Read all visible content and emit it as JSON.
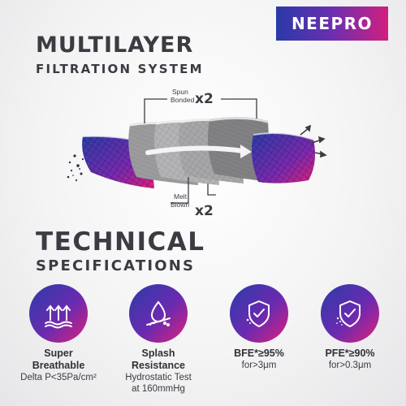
{
  "brand": {
    "logo_text": "NEEPRO",
    "gradient_start": "#2a3aa8",
    "gradient_end": "#d21f7e"
  },
  "heading1": {
    "line1": "MULTILAYER",
    "line2": "FILTRATION SYSTEM"
  },
  "diagram": {
    "top_label": "Spun Bonded",
    "top_count": "x2",
    "bottom_label_line1": "Melt",
    "bottom_label_line2": "Blown",
    "bottom_count": "x2"
  },
  "heading2": {
    "line1": "TECHNICAL",
    "line2": "SPECIFICATIONS"
  },
  "features": [
    {
      "icon": "breathable-arrows-icon",
      "title_line1": "Super",
      "title_line2": "Breathable",
      "detail": "Delta P<35Pa/cm²"
    },
    {
      "icon": "water-drop-shield-icon",
      "title_line1": "Splash Resistance",
      "detail_line1": "Hydrostatic Test",
      "detail_line2": "at 160mmHg"
    },
    {
      "icon": "shield-check-icon",
      "title_line1": "BFE*≥95%",
      "detail": "for>3μm"
    },
    {
      "icon": "shield-check-dots-icon",
      "title_line1": "PFE*≥90%",
      "detail": "for>0.3μm"
    }
  ]
}
